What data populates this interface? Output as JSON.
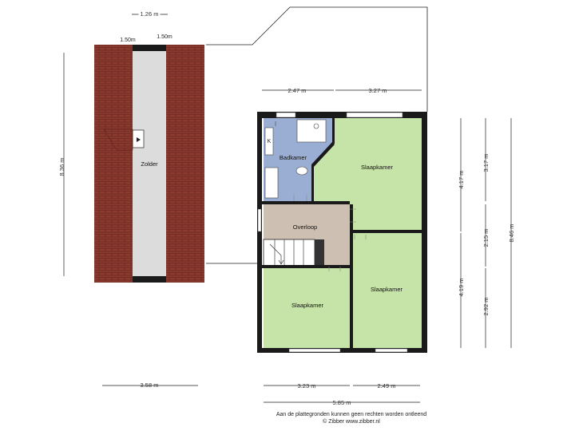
{
  "rooms": {
    "zolder": "Zolder",
    "badkamer": "Badkamer",
    "overloop": "Overloop",
    "slaapkamer_ne": "Slaapkamer",
    "slaapkamer_se": "Slaapkamer",
    "slaapkamer_sw": "Slaapkamer",
    "k_label": "K"
  },
  "dimensions": {
    "attic_top": "1.26 m",
    "attic_left_strip": "1.50m",
    "attic_right_strip": "1.50m",
    "attic_height": "8.36 m",
    "attic_bottom": "3.58 m",
    "top_left": "2.47 m",
    "top_right": "3.27 m",
    "right_upper": "4.17 m",
    "right_lower": "4.19 m",
    "right2_upper": "3.17 m",
    "right2_mid": "2.15 m",
    "right2_lower": "2.92 m",
    "right_total": "8.46 m",
    "bottom_left": "3.23 m",
    "bottom_right": "2.49 m",
    "bottom_total": "5.85 m"
  },
  "colors": {
    "roof": "#8b3a2f",
    "attic_floor": "#dcdcdc",
    "bath": "#9aaed3",
    "landing": "#cdbfb1",
    "bedroom": "#c7e4a8",
    "wall": "#1a1a1a"
  },
  "footer": {
    "line1": "Aan de plattegronden kunnen geen rechten worden ontleend",
    "line2": "© Zibber www.zibber.nl"
  }
}
